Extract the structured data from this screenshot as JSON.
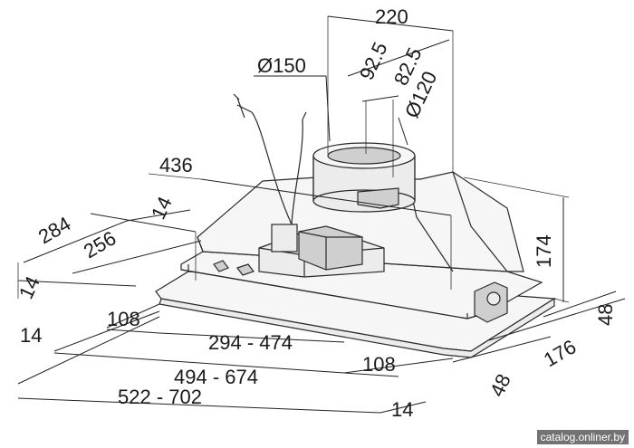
{
  "dimensions": {
    "width_top": "220",
    "duct_diameter_150": "Ø150",
    "offset_92_5": "92.5",
    "offset_82_5": "82.5",
    "duct_diameter_120": "Ø120",
    "length_436": "436",
    "gap_14_top": "14",
    "depth_284": "284",
    "depth_256": "256",
    "gap_14_left": "14",
    "height_174": "174",
    "side_48_right": "48",
    "depth_176": "176",
    "side_48_bottom": "48",
    "margin_108_left": "108",
    "range_294_474": "294 - 474",
    "gap_14_front": "14",
    "range_494_674": "494 - 674",
    "margin_108_right": "108",
    "range_522_702": "522 - 702",
    "gap_14_bottom": "14"
  },
  "watermark": "catalog.onliner.by"
}
